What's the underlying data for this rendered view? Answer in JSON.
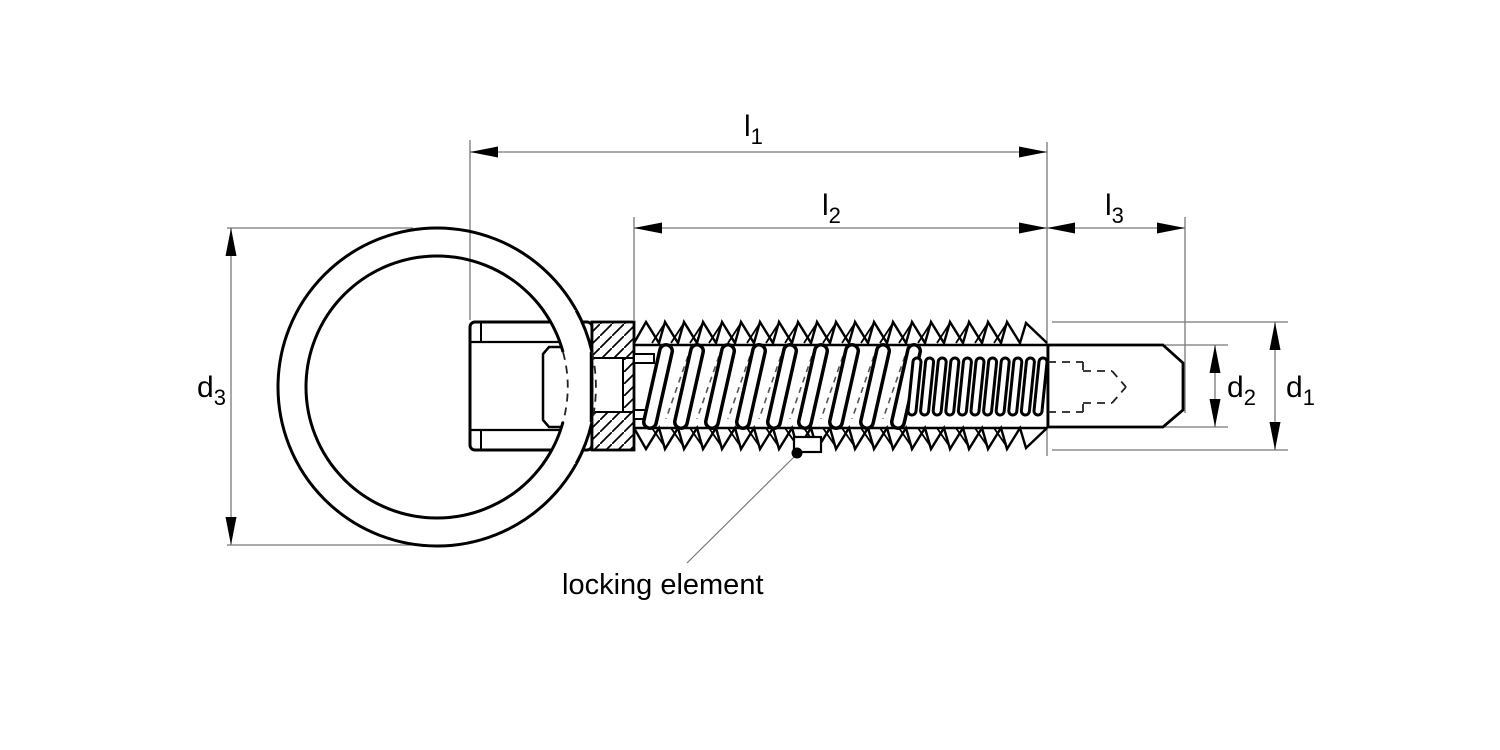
{
  "drawing": {
    "background": "#ffffff",
    "part_line_color": "#000000",
    "dimension_line_color": "#787878",
    "arrow_color": "#000000",
    "hidden_line_style": "dashed",
    "labels": {
      "l1": {
        "main": "l",
        "sub": "1"
      },
      "l2": {
        "main": "l",
        "sub": "2"
      },
      "l3": {
        "main": "l",
        "sub": "3"
      },
      "d1": {
        "main": "d",
        "sub": "1"
      },
      "d2": {
        "main": "d",
        "sub": "2"
      },
      "d3": {
        "main": "d",
        "sub": "3"
      },
      "locking_element_note": "locking element"
    }
  }
}
